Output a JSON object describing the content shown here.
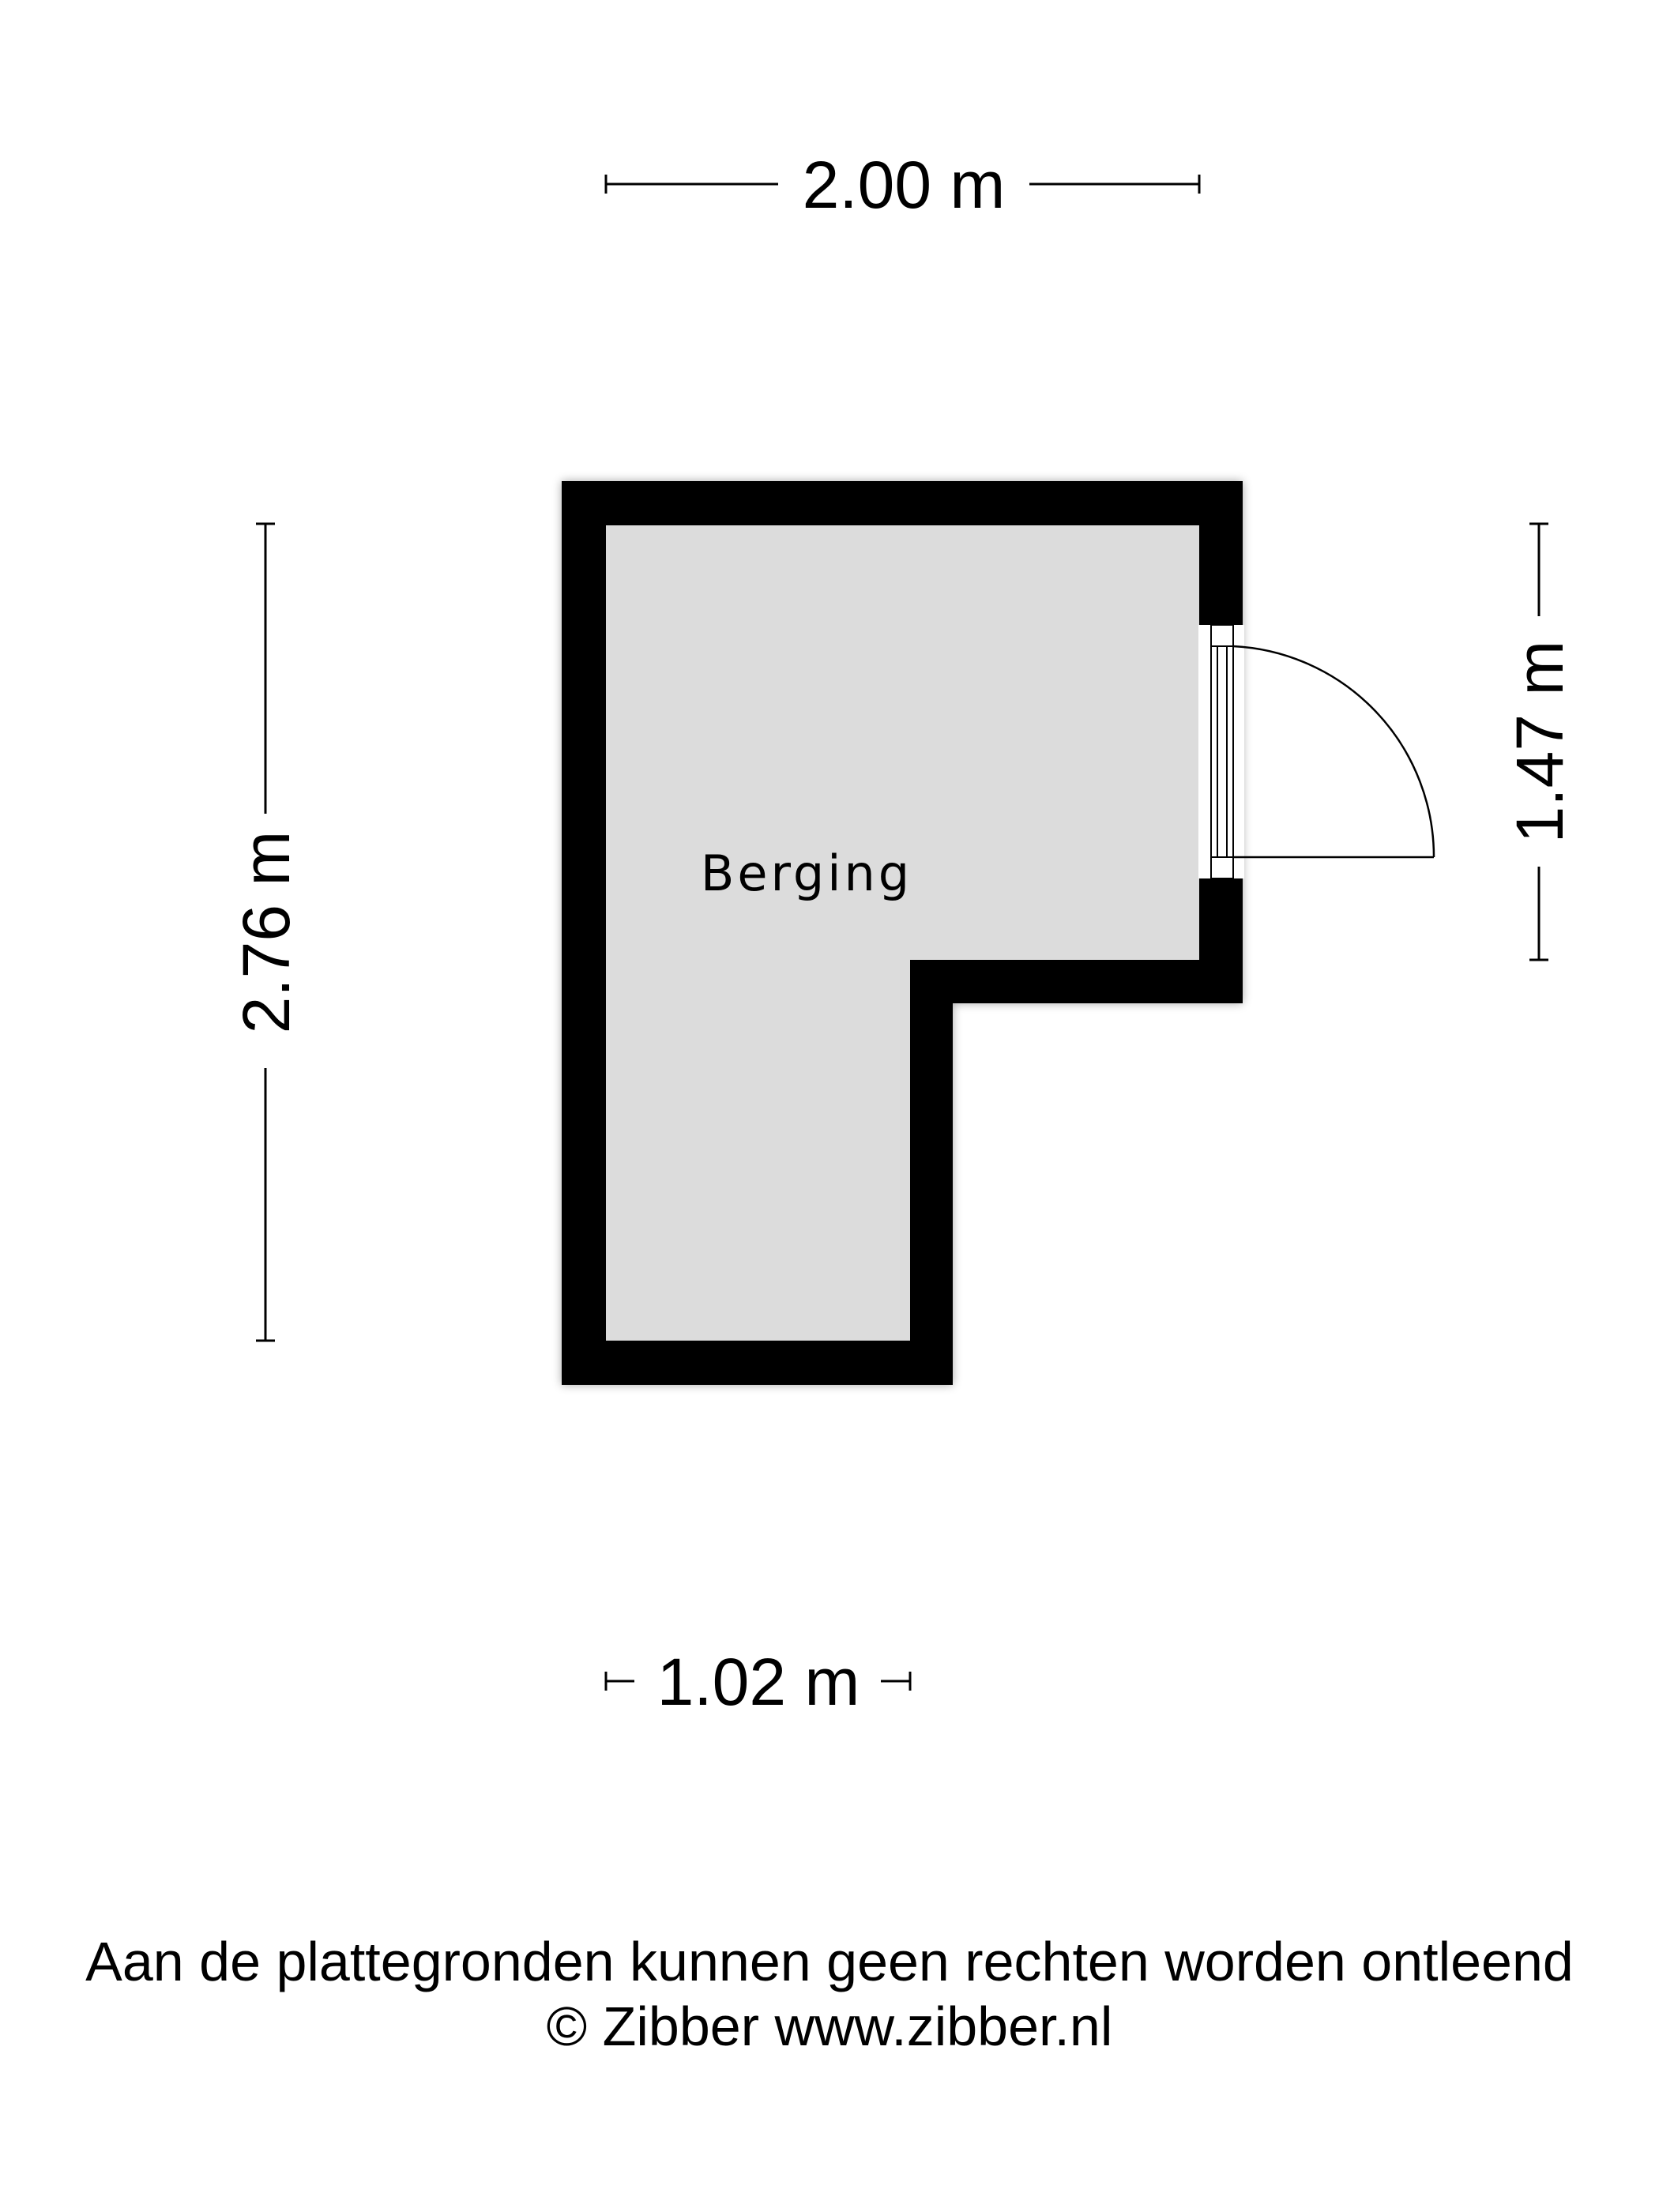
{
  "floorplan": {
    "room": {
      "label": "Berging"
    },
    "dimensions": {
      "top_width": "2.00 m",
      "left_height": "2.76 m",
      "right_height": "1.47 m",
      "bottom_width": "1.02 m"
    },
    "colors": {
      "wall": "#000000",
      "floor": "#dcdcdc",
      "background": "#ffffff",
      "lines": "#000000"
    }
  },
  "footer": {
    "disclaimer": "Aan de plattegronden kunnen geen rechten worden ontleend",
    "copyright": "© Zibber www.zibber.nl"
  }
}
